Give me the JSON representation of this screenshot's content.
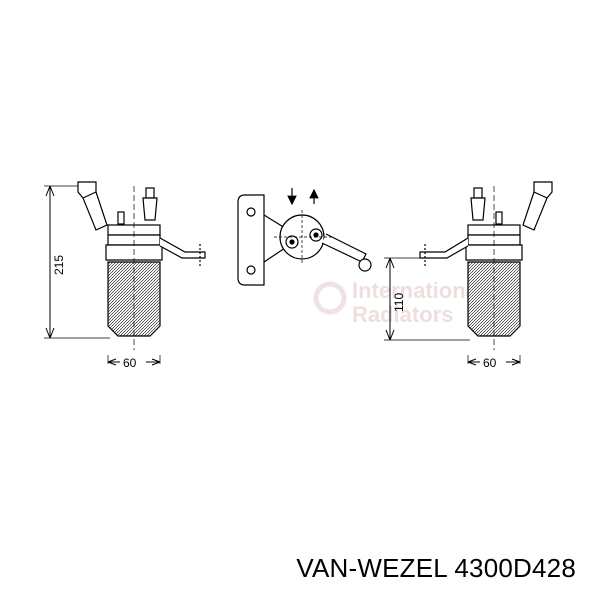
{
  "caption": {
    "brand": "VAN-WEZEL",
    "part_number": "4300D428"
  },
  "dimensions": {
    "height_total": "215",
    "diameter_left": "60",
    "height_right": "110",
    "diameter_right": "60"
  },
  "watermark": {
    "line1": "International",
    "line2": "Radiators"
  },
  "colors": {
    "line": "#000000",
    "watermark": "#c98a8a"
  }
}
